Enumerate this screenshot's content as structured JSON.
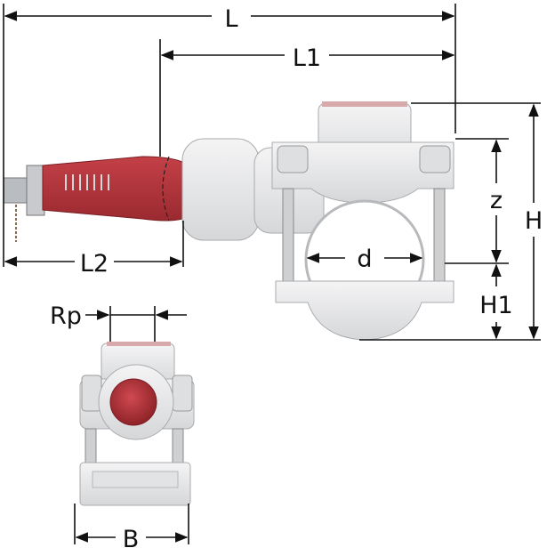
{
  "labels": {
    "L": "L",
    "L1": "L1",
    "L2": "L2",
    "z": "z",
    "H": "H",
    "H1": "H1",
    "d": "d",
    "Rp": "Rp",
    "B": "B"
  },
  "colors": {
    "red": "#b8343a",
    "red_dark": "#8e2328",
    "white_part": "#e9e9ea",
    "grey_part": "#cfd0d2",
    "line": "#111111"
  }
}
